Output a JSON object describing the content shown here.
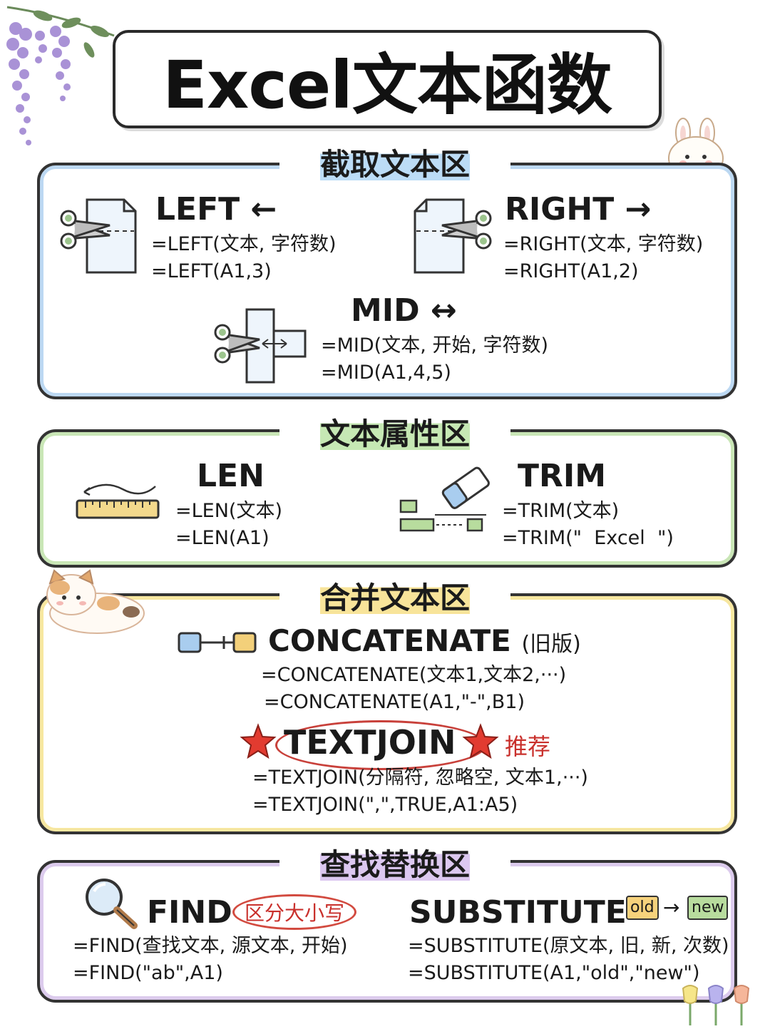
{
  "title": "Excel文本函数",
  "sections": {
    "extract": {
      "title": "截取文本区",
      "left": {
        "name": "LEFT",
        "arrow": "←",
        "syntax": "=LEFT(文本, 字符数)",
        "example": "=LEFT(A1,3)"
      },
      "right": {
        "name": "RIGHT",
        "arrow": "→",
        "syntax": "=RIGHT(文本, 字符数)",
        "example": "=RIGHT(A1,2)"
      },
      "mid": {
        "name": "MID",
        "arrow": "↔",
        "syntax": "=MID(文本, 开始, 字符数)",
        "example": "=MID(A1,4,5)"
      }
    },
    "attribute": {
      "title": "文本属性区",
      "len": {
        "name": "LEN",
        "syntax": "=LEN(文本)",
        "example": "=LEN(A1)"
      },
      "trim": {
        "name": "TRIM",
        "syntax": "=TRIM(文本)",
        "example": "=TRIM(\"  Excel  \")"
      }
    },
    "merge": {
      "title": "合并文本区",
      "concatenate": {
        "name": "CONCATENATE",
        "note": "(旧版)",
        "syntax": "=CONCATENATE(文本1,文本2,···)",
        "example": "=CONCATENATE(A1,\"-\",B1)"
      },
      "textjoin": {
        "name": "TEXTJOIN",
        "badge": "推荐",
        "syntax": "=TEXTJOIN(分隔符, 忽略空, 文本1,···)",
        "example": "=TEXTJOIN(\",\",TRUE,A1:A5)"
      }
    },
    "find_replace": {
      "title": "查找替换区",
      "find": {
        "name": "FIND",
        "tag": "区分大小写",
        "syntax": "=FIND(查找文本, 源文本, 开始)",
        "example": "=FIND(\"ab\",A1)"
      },
      "substitute": {
        "name": "SUBSTITUTE",
        "old_label": "old",
        "arrow": "→",
        "new_label": "new",
        "syntax": "=SUBSTITUTE(原文本, 旧, 新, 次数)",
        "example": "=SUBSTITUTE(A1,\"old\",\"new\")"
      }
    }
  },
  "colors": {
    "blue": "#bcd8f2",
    "green": "#c9e6b6",
    "yellow": "#f7e7a0",
    "purple": "#dccbed",
    "red": "#c9302c"
  }
}
